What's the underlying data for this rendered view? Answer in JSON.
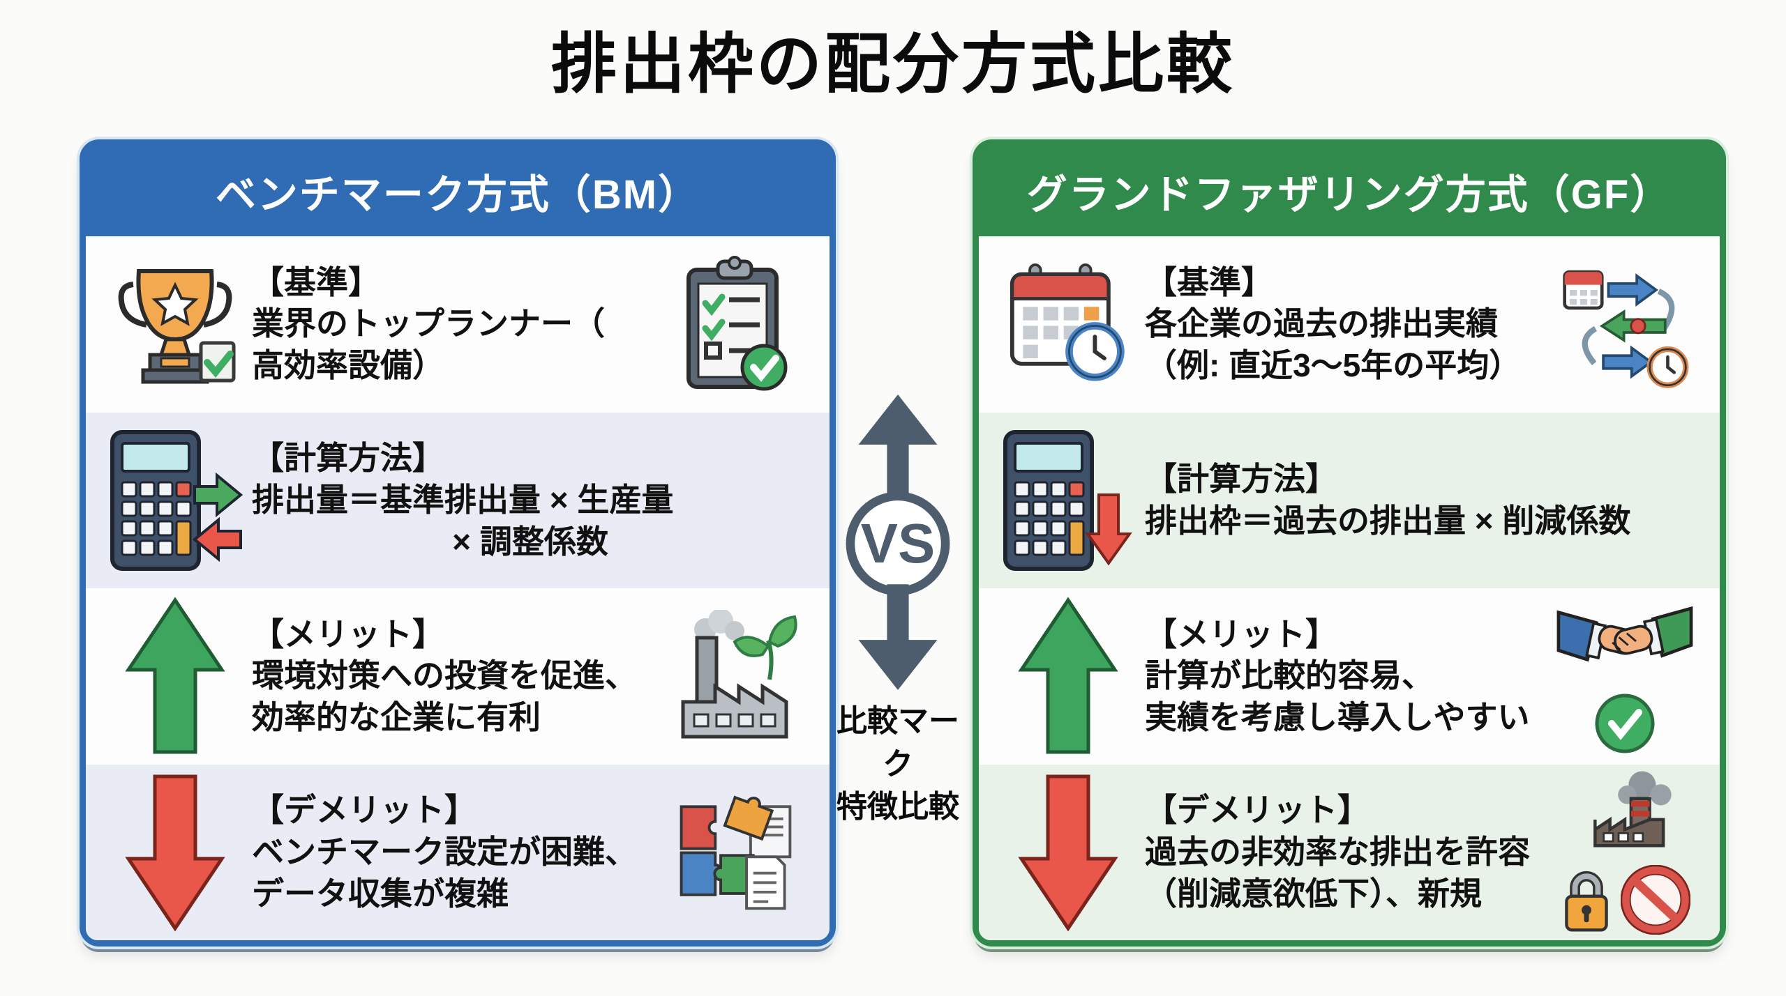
{
  "title": "排出枠の配分方式比較",
  "center": {
    "vs_label": "VS",
    "caption_line1": "比較マーク",
    "caption_line2": "特徴比較"
  },
  "panels": {
    "left": {
      "header": "ベンチマーク方式（BM）",
      "rows": [
        {
          "heading": "【基準】",
          "line1": "業界のトップランナー（",
          "line2": "高効率設備）",
          "icons": [
            "trophy-icon",
            "clipboard-check-icon"
          ]
        },
        {
          "heading": "【計算方法】",
          "line1": "排出量＝基準排出量 × 生産量",
          "line2": "× 調整係数",
          "icons": [
            "calculator-exchange-icon"
          ]
        },
        {
          "heading": "【メリット】",
          "line1": "環境対策への投資を促進、",
          "line2": "効率的な企業に有利",
          "icons": [
            "up-arrow-icon",
            "eco-factory-icon"
          ]
        },
        {
          "heading": "【デメリット】",
          "line1": "ベンチマーク設定が困難、",
          "line2": "データ収集が複雑",
          "icons": [
            "down-arrow-icon",
            "puzzle-documents-icon"
          ]
        }
      ]
    },
    "right": {
      "header": "グランドファザリング方式（GF）",
      "rows": [
        {
          "heading": "【基準】",
          "line1": "各企業の過去の排出実績",
          "line2": "（例: 直近3〜5年の平均）",
          "icons": [
            "calendar-clock-icon",
            "history-timeline-icon"
          ]
        },
        {
          "heading": "【計算方法】",
          "line1": "排出枠＝過去の排出量 × 削減係数",
          "line2": "",
          "icons": [
            "calculator-decrease-icon"
          ]
        },
        {
          "heading": "【メリット】",
          "line1": "計算が比較的容易、",
          "line2": "実績を考慮し導入しやすい",
          "icons": [
            "up-arrow-icon",
            "handshake-icon",
            "check-circle-icon"
          ]
        },
        {
          "heading": "【デメリット】",
          "line1": "過去の非効率な排出を許容",
          "line2": "（削減意欲低下）、新規",
          "icons": [
            "down-arrow-icon",
            "smoke-factory-icon",
            "lock-icon",
            "no-entry-icon"
          ]
        }
      ]
    }
  },
  "colors": {
    "header_blue": "#2f6cb3",
    "header_green": "#2f8a4c",
    "row_tint_blue": "#e9ecf4",
    "row_tint_green": "#e9f2e9",
    "vs_slate": "#4d5d6d",
    "arrow_up_green": "#3ea55e",
    "arrow_down_red": "#e8574a",
    "text_black": "#111111",
    "page_bg": "#fbfbf9"
  }
}
